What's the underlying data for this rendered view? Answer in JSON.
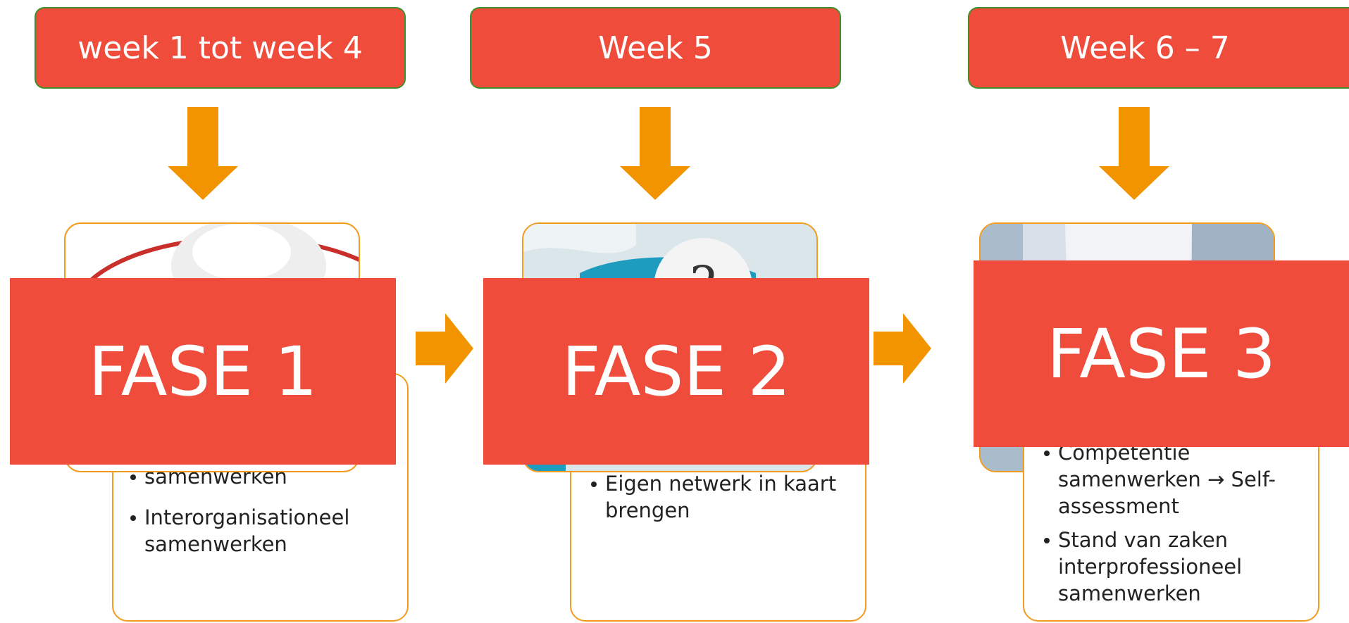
{
  "colors": {
    "header_fill": "#f04c3b",
    "header_border": "#3f8f2a",
    "arrow": "#f29400",
    "card_border": "#f29c1f",
    "fase_fill": "#f04c3b"
  },
  "phases": [
    {
      "week": "week 1 tot week 4",
      "fase": "FASE 1",
      "image_icon": "computer-mouse-icon",
      "bullets": [
        "samenwerken",
        "Interorganisationeel samenwerken"
      ]
    },
    {
      "week": "Week 5",
      "fase": "FASE 2",
      "image_icon": "question-mark-puzzle-icon",
      "bullets": [
        "Eigen netwerk in kaart brengen"
      ]
    },
    {
      "week": "Week 6 – 7",
      "fase": "FASE 3",
      "image_icon": "person-photo-icon",
      "bullets": [
        "Competentie samenwerken → Self-assessment",
        "Stand van zaken interprofessioneel samenwerken"
      ]
    }
  ]
}
